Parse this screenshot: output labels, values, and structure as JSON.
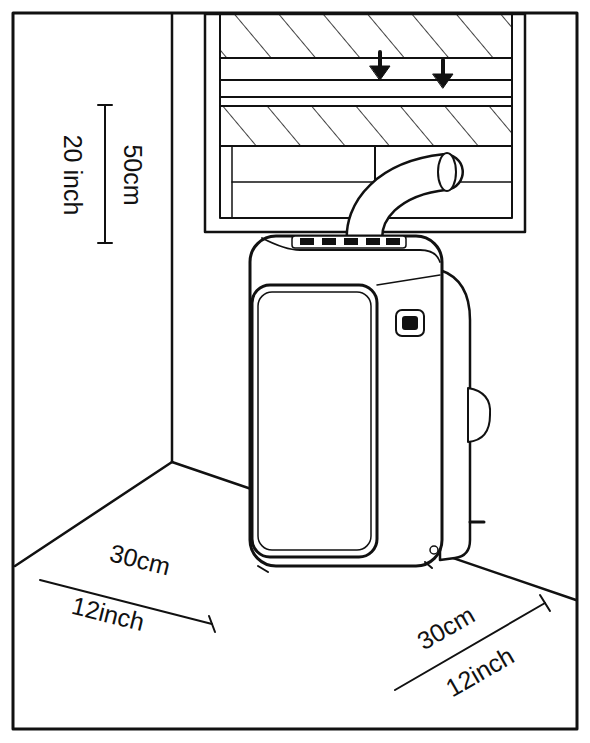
{
  "diagram": {
    "labels": [
      "50cm",
      "20 inch",
      "30cm",
      "12inch",
      "30cm",
      "12inch"
    ]
  }
}
